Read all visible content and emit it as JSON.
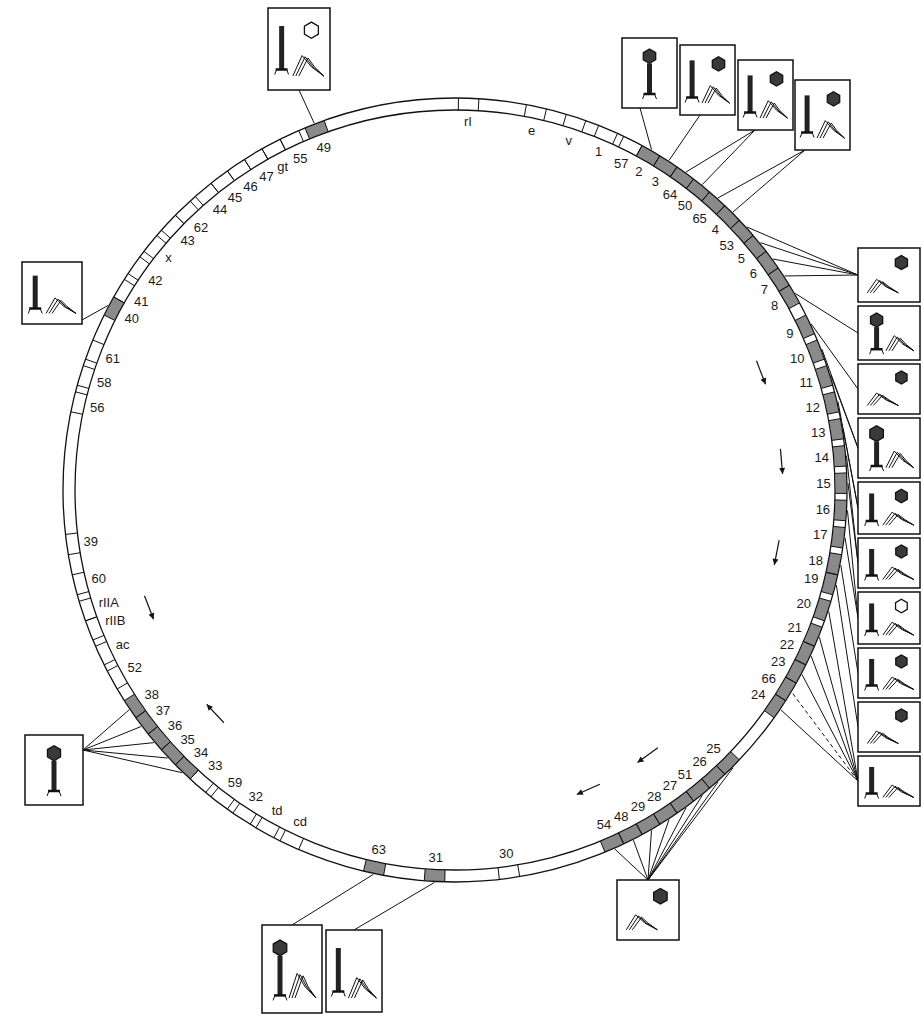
{
  "diagram": {
    "labels": [
      "rI",
      "e",
      "v",
      "1",
      "57",
      "2",
      "3",
      "64",
      "50",
      "65",
      "4",
      "53",
      "5",
      "6",
      "7",
      "8",
      "9",
      "10",
      "11",
      "12",
      "13",
      "14",
      "15",
      "16",
      "17",
      "18",
      "19",
      "20",
      "21",
      "22",
      "23",
      "66",
      "24",
      "25",
      "26",
      "51",
      "27",
      "28",
      "29",
      "48",
      "54",
      "30",
      "31",
      "63",
      "cd",
      "td",
      "32",
      "59",
      "33",
      "34",
      "35",
      "36",
      "37",
      "38",
      "52",
      "ac",
      "rIIB",
      "rIIA",
      "60",
      "39",
      "56",
      "58",
      "61",
      "40",
      "41",
      "42",
      "x",
      "43",
      "62",
      "44",
      "45",
      "46",
      "47",
      "gt",
      "55",
      "49"
    ]
  }
}
